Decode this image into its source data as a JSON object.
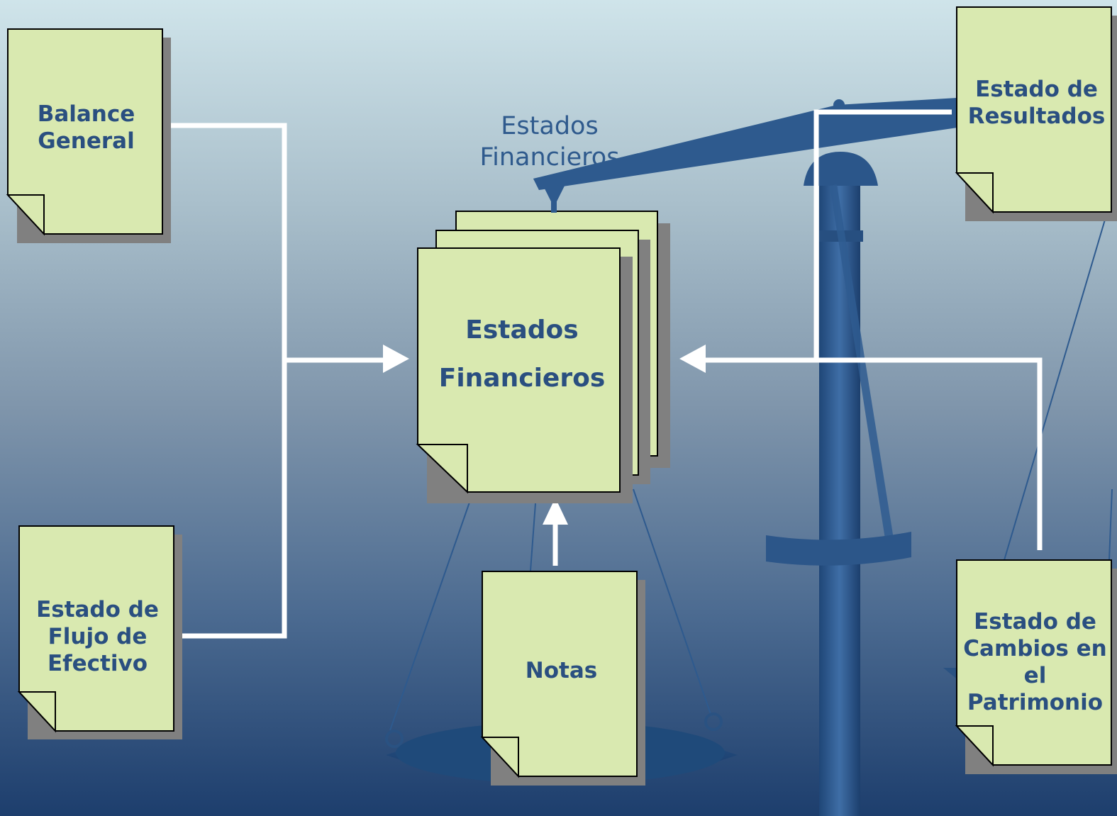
{
  "diagram": {
    "caption": [
      "Estados",
      "Financieros"
    ],
    "center": {
      "lines": [
        "Estados",
        "Financieros"
      ]
    },
    "documents": {
      "balance": {
        "lines": [
          "Balance",
          "General"
        ]
      },
      "flujo": {
        "lines": [
          "Estado de",
          "Flujo de",
          "Efectivo"
        ]
      },
      "notas": {
        "lines": [
          "Notas"
        ]
      },
      "resultados": {
        "lines": [
          "Estado de",
          "Resultados"
        ]
      },
      "patrimonio": {
        "lines": [
          "Estado de",
          "Cambios en",
          "el",
          "Patrimonio"
        ]
      }
    }
  },
  "colors": {
    "document_fill": "#d9e9b0",
    "document_shadow": "#808080",
    "text": "#2a4f80",
    "connector": "#ffffff",
    "scale": "#2e5a8e"
  },
  "icons": [
    "balance-scale-icon",
    "arrow-right-icon",
    "arrow-left-icon",
    "arrow-up-icon"
  ]
}
